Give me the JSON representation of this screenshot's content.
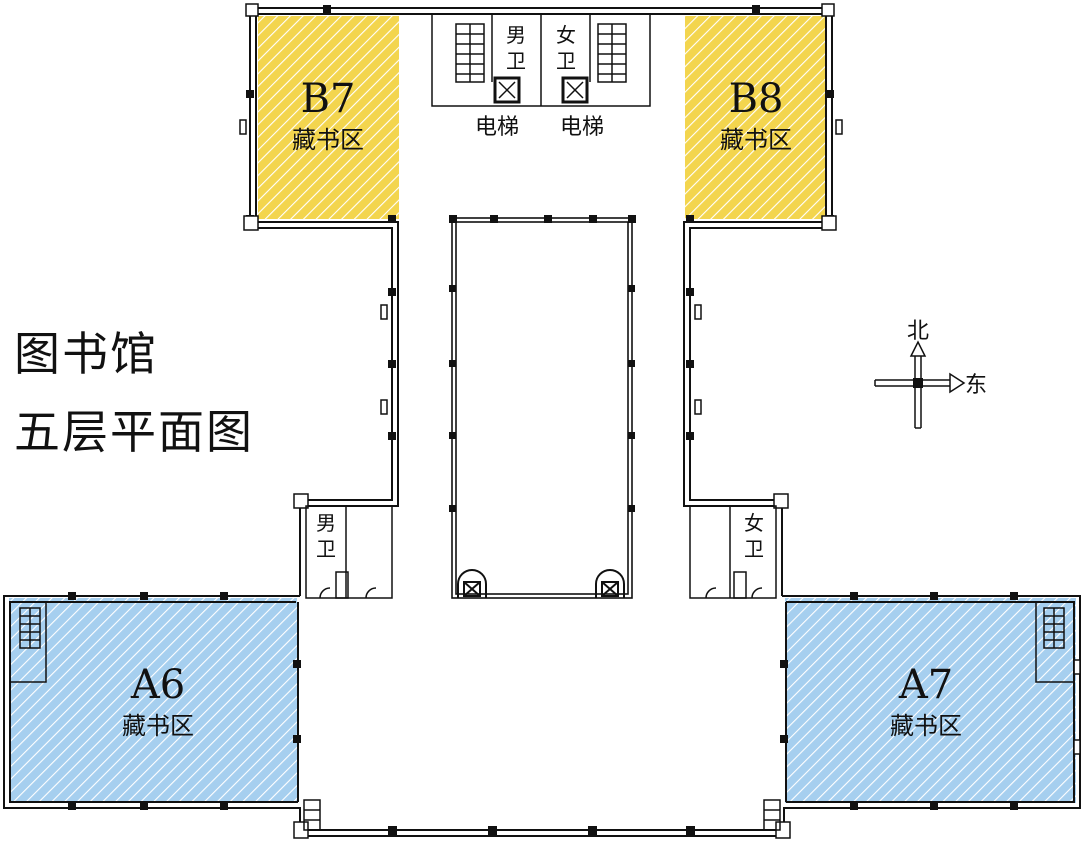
{
  "title": {
    "line1": "图书馆",
    "line2": "五层平面图"
  },
  "compass": {
    "north": "北",
    "east": "东"
  },
  "zones": [
    {
      "id": "B7",
      "name": "藏书区",
      "color": "#f3d54e"
    },
    {
      "id": "B8",
      "name": "藏书区",
      "color": "#f3d54e"
    },
    {
      "id": "A6",
      "name": "藏书区",
      "color": "#a6cfef"
    },
    {
      "id": "A7",
      "name": "藏书区",
      "color": "#a6cfef"
    }
  ],
  "restrooms": {
    "top_male": [
      "男",
      "卫"
    ],
    "top_female": [
      "女",
      "卫"
    ],
    "mid_male": [
      "男",
      "卫"
    ],
    "mid_female": [
      "女",
      "卫"
    ]
  },
  "elevators": {
    "left": "电梯",
    "right": "电梯"
  }
}
